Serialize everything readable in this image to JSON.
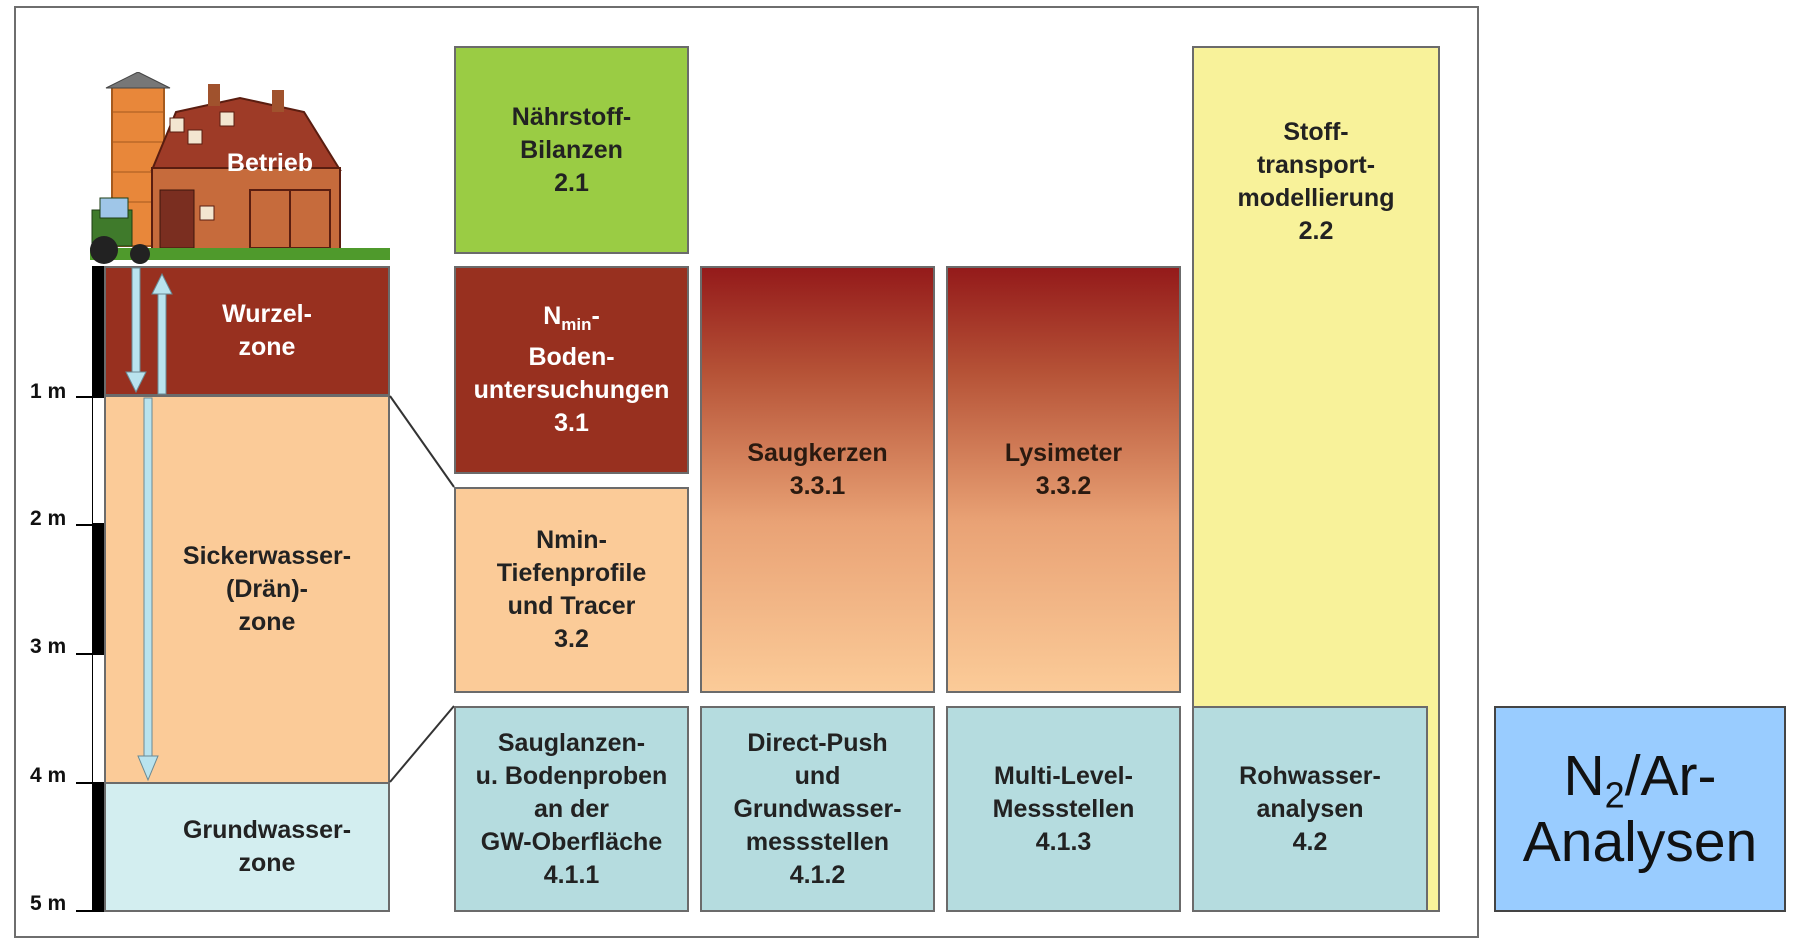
{
  "farm": {
    "label": "Betrieb"
  },
  "zones": {
    "root": "Wurzel-\nzone",
    "seepage": "Sickerwasser-\n(Drän)-\nzone",
    "ground": "Grundwasser-\nzone"
  },
  "depth_ticks": [
    "1 m",
    "2 m",
    "3 m",
    "4 m",
    "5 m"
  ],
  "boxes": {
    "naehrstoff": "Nährstoff-\nBilanzen\n2.1",
    "nmin_boden_prefix": "N",
    "nmin_boden_sub": "min",
    "nmin_boden_rest": "-\nBoden-\nuntersuchungen\n3.1",
    "nmin_tiefen": "Nmin-\nTiefenprofile\nund Tracer\n3.2",
    "saugkerzen": "Saugkerzen\n3.3.1",
    "lysimeter": "Lysimeter\n3.3.2",
    "stofftransport": "Stoff-\ntransport-\nmodellierung\n2.2",
    "sauglanzen": "Sauglanzen-\nu. Bodenproben\nan der\nGW-Oberfläche\n4.1.1",
    "directpush": "Direct-Push\nund\nGrundwasser-\nmessstellen\n4.1.2",
    "multilevel": "Multi-Level-\nMessstellen\n4.1.3",
    "rohwasser": "Rohwasser-\nanalysen\n4.2"
  },
  "n2ar": {
    "line1_n": "N",
    "line1_sub": "2",
    "line1_rest": "/Ar-",
    "line2": "Analysen"
  },
  "colors": {
    "green": "#9acc44",
    "darkred": "#98301f",
    "peach": "#fbcb98",
    "teal": "#b5dcdf",
    "yellow": "#f8f29a",
    "blue": "#99ccff"
  }
}
